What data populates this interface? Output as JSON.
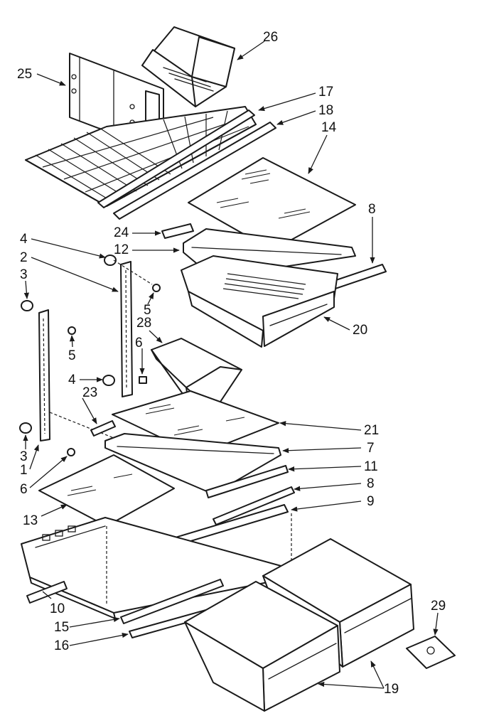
{
  "colors": {
    "ink": "#1a1a1a",
    "paper": "#ffffff"
  },
  "callouts": {
    "c1": "1",
    "c2": "2",
    "c3a": "3",
    "c3b": "3",
    "c4a": "4",
    "c4b": "4",
    "c5a": "5",
    "c5b": "5",
    "c6a": "6",
    "c6b": "6",
    "c7": "7",
    "c8a": "8",
    "c8b": "8",
    "c9": "9",
    "c10": "10",
    "c11": "11",
    "c12": "12",
    "c13": "13",
    "c14": "14",
    "c15": "15",
    "c16": "16",
    "c17": "17",
    "c18": "18",
    "c19": "19",
    "c20": "20",
    "c21": "21",
    "c23": "23",
    "c24": "24",
    "c25": "25",
    "c26": "26",
    "c28": "28",
    "c29": "29"
  }
}
